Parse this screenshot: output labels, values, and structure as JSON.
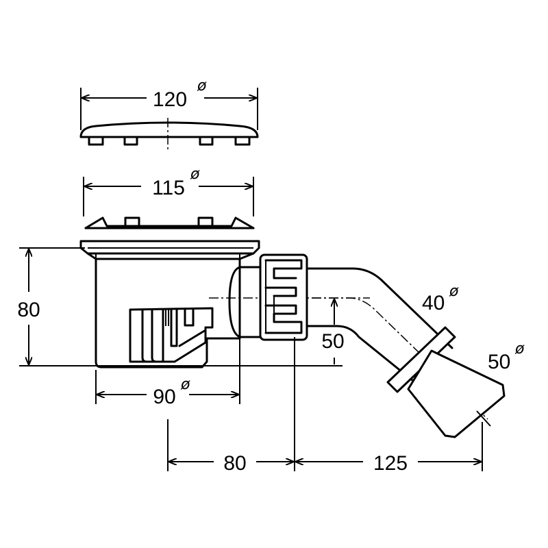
{
  "dimensions": {
    "cover_diameter": "120",
    "grate_diameter": "115",
    "body_height": "80",
    "body_diameter": "90",
    "outlet_height": "50",
    "outlet_offset": "80",
    "outlet_length": "125",
    "pipe_diameter_inner": "40",
    "pipe_diameter_outer": "50",
    "diameter_symbol": "ø"
  },
  "colors": {
    "line": "#000000",
    "background": "#ffffff"
  }
}
